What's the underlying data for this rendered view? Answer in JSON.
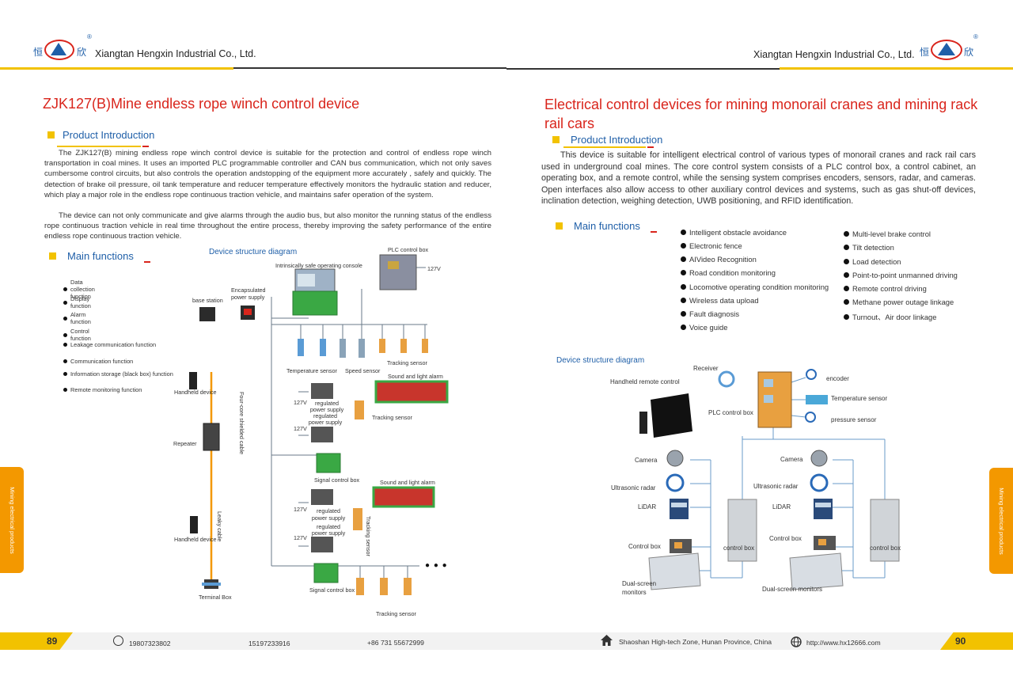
{
  "header": {
    "company_left": "Xiangtan Hengxin Industrial Co., Ltd.",
    "company_right": "Xiangtan Hengxin Industrial Co., Ltd.",
    "logo_char_left": "恒",
    "logo_char_right": "欣",
    "registered": "®"
  },
  "left": {
    "title": "ZJK127(B)Mine endless rope winch control device",
    "product_intro_title": "Product Introduction",
    "intro_p1": "The ZJK127(B) mining endless rope winch control device is suitable for the protection and control of endless rope winch transportation in coal mines. It uses an imported PLC programmable controller and CAN bus communication, which not only saves cumbersome control circuits, but also controls the operation andstopping of the equipment more accurately , safely and quickly. The detection of brake oil pressure, oil tank temperature and reducer temperature effectively monitors the hydraulic station and reducer, which play a major role in the endless rope continuous traction vehicle, and maintains safer operation of the system.",
    "intro_p2": "The device can not only communicate and give alarms through the audio bus, but also monitor the running status of the endless rope continuous traction vehicle in real time throughout the entire process, thereby improving the safety performance of the entire endless rope continuous traction vehicle.",
    "main_functions_title": "Main functions",
    "functions": [
      "Data collection function",
      "Display function",
      "Alarm function",
      "Control function",
      "Leakage communication function",
      "Communication function",
      "Information storage (black box) function",
      "Remote monitoring function"
    ],
    "diagram_title": "Device structure diagram",
    "diagram_labels": {
      "plc_control_box": "PLC control box",
      "console": "Intrinsically safe operating console",
      "v127_a": "127V",
      "base_station": "base station",
      "encapsulated": "Encapsulated power supply",
      "four_core": "Four-core shielded cable",
      "temperature_sensor": "Temperature sensor",
      "speed_sensor": "Speed  sensor",
      "tracking_sensor_1": "Tracking sensor",
      "sound_light_1": "Sound and light alarm",
      "handheld_1": "Handheld device",
      "v127_b": "127V",
      "reg_power_1": "regulated power supply",
      "reg_power_2": "regulated power  supply",
      "tracking_sensor_2": "Tracking sensor",
      "v127_c": "127V",
      "repeater": "Repeater",
      "signal_box_1": "Signal control box",
      "sound_light_2": "Sound and light alarm",
      "v127_d": "127V",
      "reg_power_3": "regulated power  supply",
      "reg_power_4": "regulated power supply",
      "tracking_sensor_3": "Tracking sensor",
      "v127_e": "127V",
      "handheld_2": "Handheld device",
      "leaky_cable": "Leaky cable",
      "signal_box_2": "Signal control box",
      "terminal_box": "Terminal Box",
      "tracking_sensor_4": "Tracking sensor",
      "ellipsis": "● ● ●"
    },
    "side_tab": "Mining electrical products",
    "page_number": "89",
    "phone_1": "19807323802",
    "phone_2": "15197233916",
    "phone_3": "+86 731 55672999"
  },
  "right": {
    "title": "Electrical control devices for mining monorail cranes and mining rack rail cars",
    "product_intro_title": "Product Introduction",
    "intro_p1": "This device is suitable for intelligent electrical control of various types of monorail cranes and rack rail cars used in underground coal mines. The core control system consists of a PLC control box, a control cabinet, an operating box, and a remote control, while the sensing system comprises encoders, sensors, radar, and cameras. Open interfaces also allow access to other auxiliary control devices and systems, such as gas shut-off devices, inclination detection, weighing detection, UWB positioning, and RFID identification.",
    "main_functions_title": "Main functions",
    "functions_col1": [
      "Intelligent obstacle avoidance",
      "Electronic fence",
      "AIVideo Recognition",
      "Road condition monitoring",
      "Locomotive operating condition monitoring",
      "Wireless data upload",
      "Fault diagnosis",
      "Voice guide"
    ],
    "functions_col2": [
      "Multi-level brake control",
      "Tilt detection",
      "Load detection",
      "Point-to-point unmanned driving",
      "Remote control driving",
      "Methane power outage linkage",
      "Turnout、Air door linkage"
    ],
    "diagram_title": "Device structure diagram",
    "diagram_labels": {
      "receiver": "Receiver",
      "handheld_remote": "Handheld remote control",
      "encoder": "encoder",
      "temperature_sensor": "Temperature sensor",
      "plc_control_box": "PLC control box",
      "pressure_sensor": "pressure sensor",
      "camera_1": "Camera",
      "camera_2": "Camera",
      "ultrasonic_1": "Ultrasonic radar",
      "ultrasonic_2": "Ultrasonic radar",
      "lidar_1": "LiDAR",
      "lidar_2": "LiDAR",
      "control_box_1": "Control box",
      "control_box_2": "control box",
      "control_box_3": "Control box",
      "control_box_4": "control box",
      "dual_screen_1": "Dual-screen monitors",
      "dual_screen_2": "Dual-screen monitors"
    },
    "side_tab": "Mining electrical products",
    "page_number": "90",
    "address": "Shaoshan High-tech Zone, Hunan Province, China",
    "website": "http://www.hx12666.com"
  },
  "colors": {
    "accent_gold": "#f2c200",
    "title_red": "#d9251c",
    "section_blue": "#1f5fa8",
    "tab_orange": "#f39800",
    "equipment_green": "#3aa844",
    "equipment_orange": "#e8a040",
    "alarm_red": "#c8352c",
    "connector_blue": "#5a9bd5"
  },
  "icons": {
    "phone": "phone-icon",
    "home": "home-icon",
    "globe": "globe-icon",
    "logo": "hengxin-logo-icon"
  }
}
